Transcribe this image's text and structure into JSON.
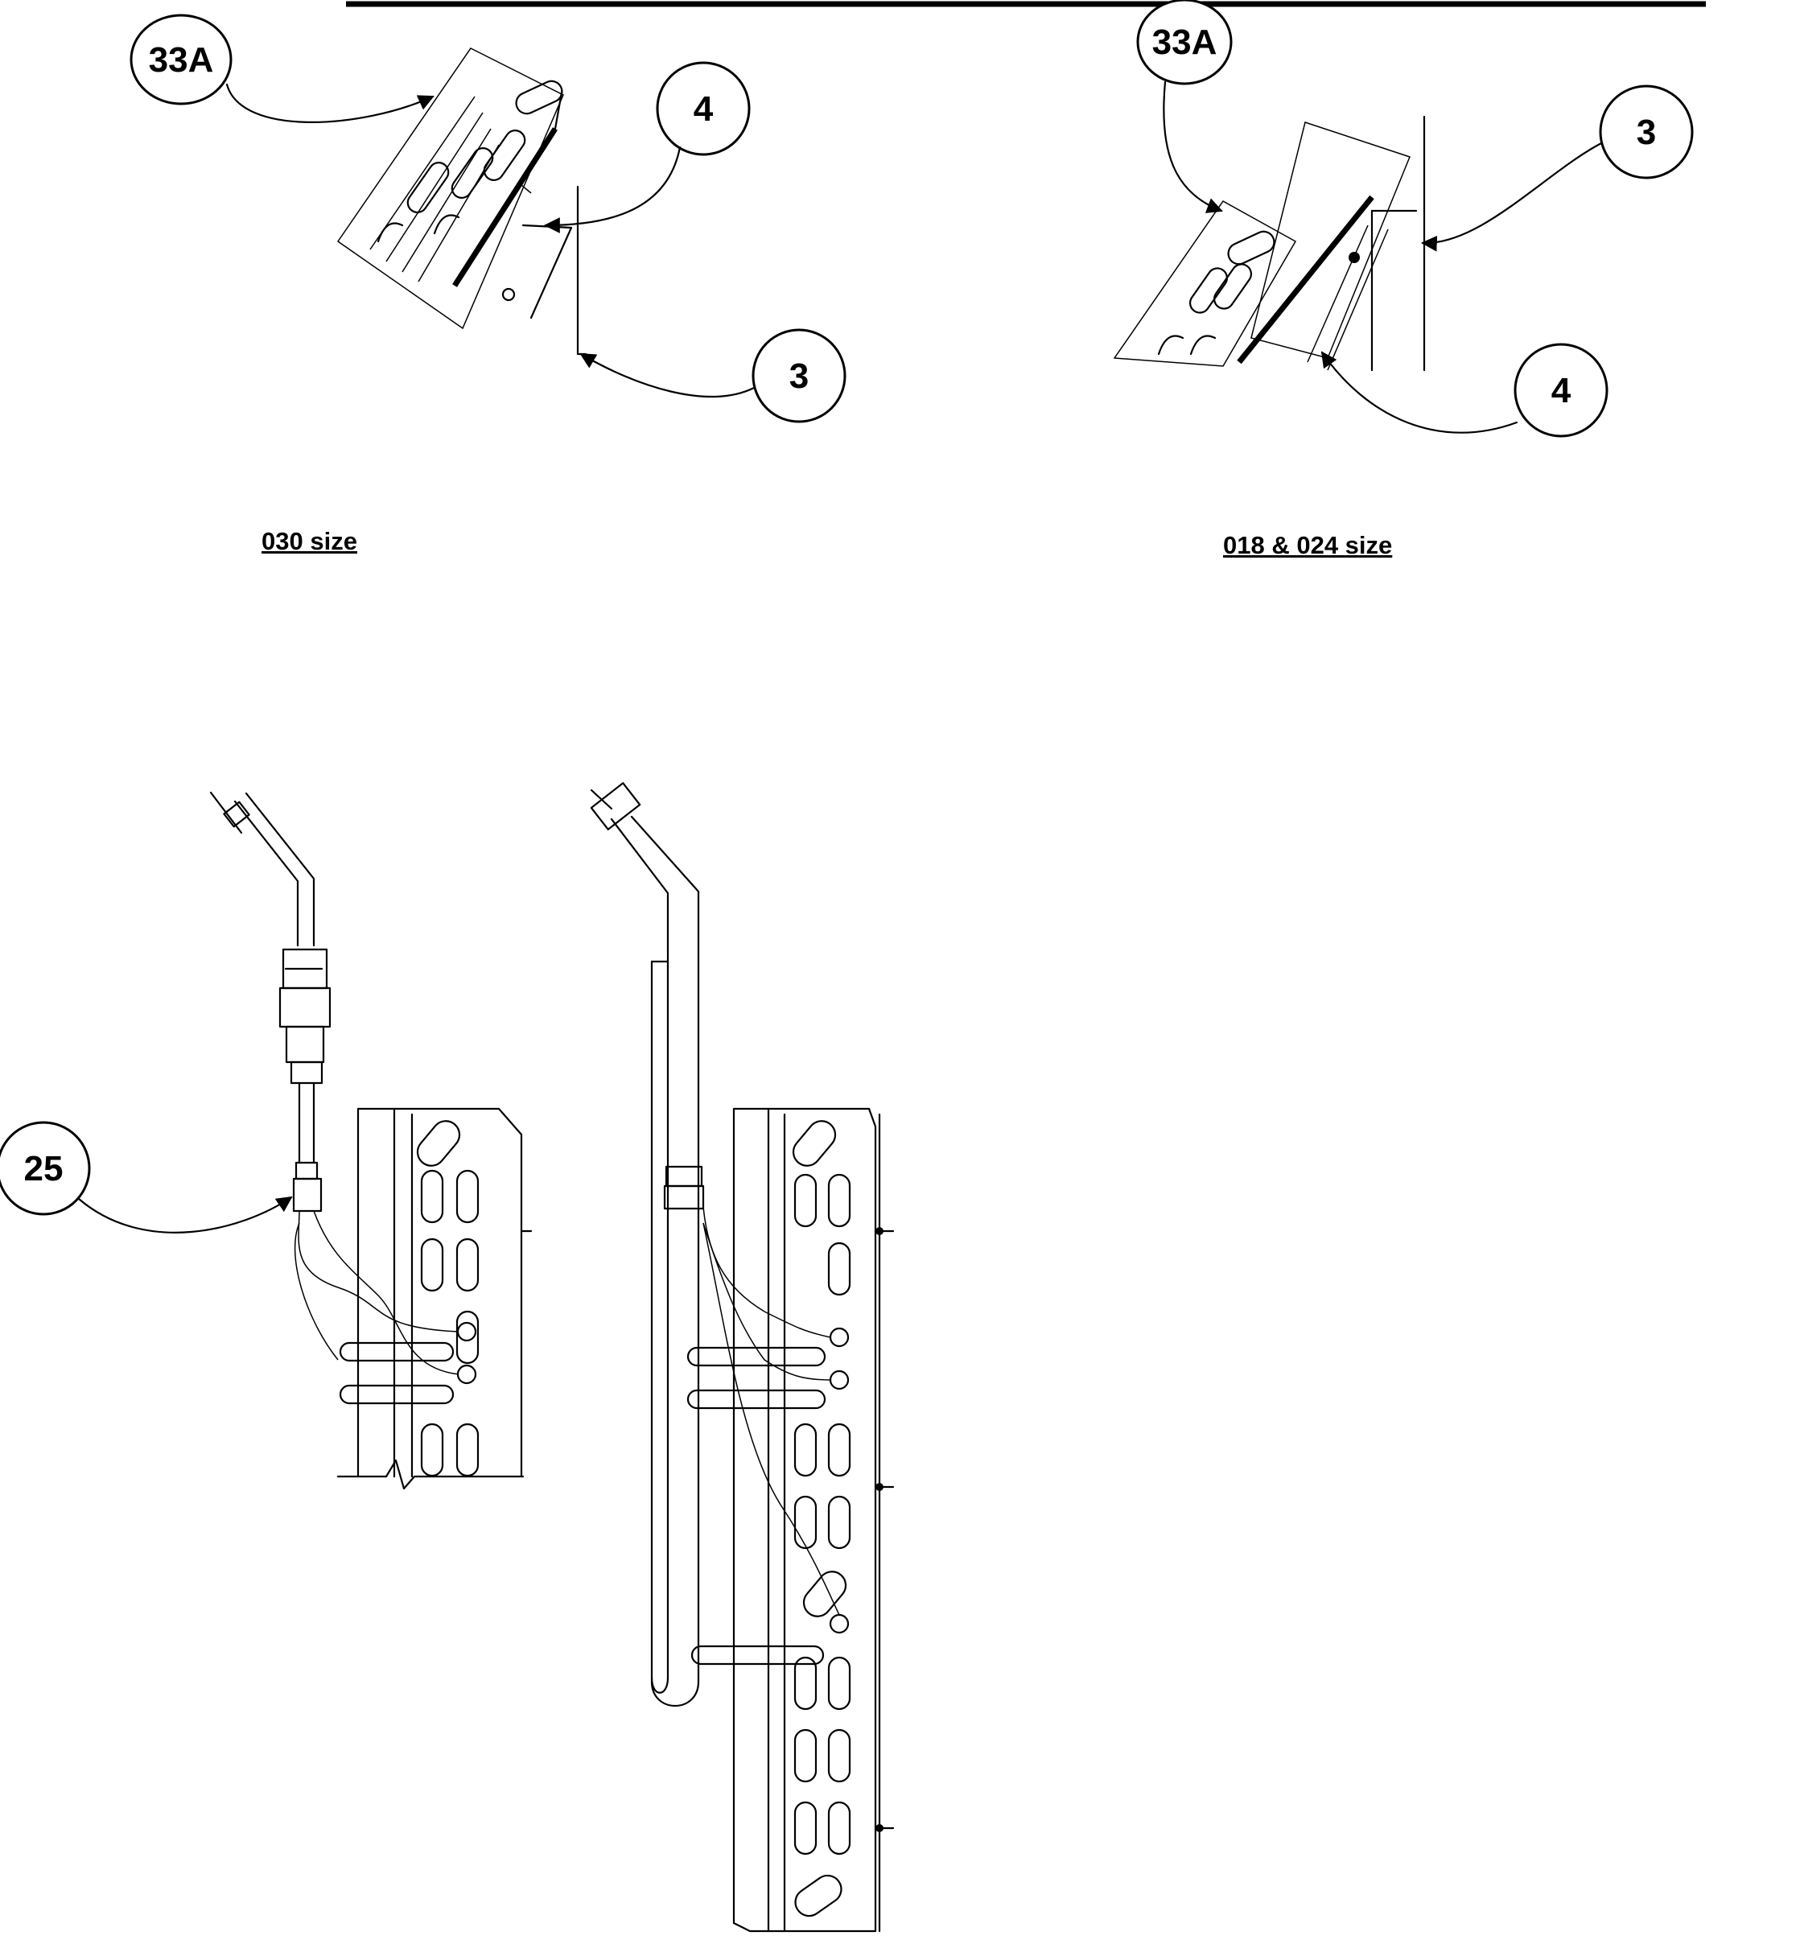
{
  "callouts": {
    "left_33a": "33A",
    "left_4": "4",
    "left_3": "3",
    "right_33a": "33A",
    "right_3": "3",
    "right_4": "4",
    "bottom_25": "25"
  },
  "captions": {
    "left": "030 size",
    "right": "018 & 024 size"
  },
  "colors": {
    "ink": "#000000",
    "paper": "#ffffff"
  }
}
